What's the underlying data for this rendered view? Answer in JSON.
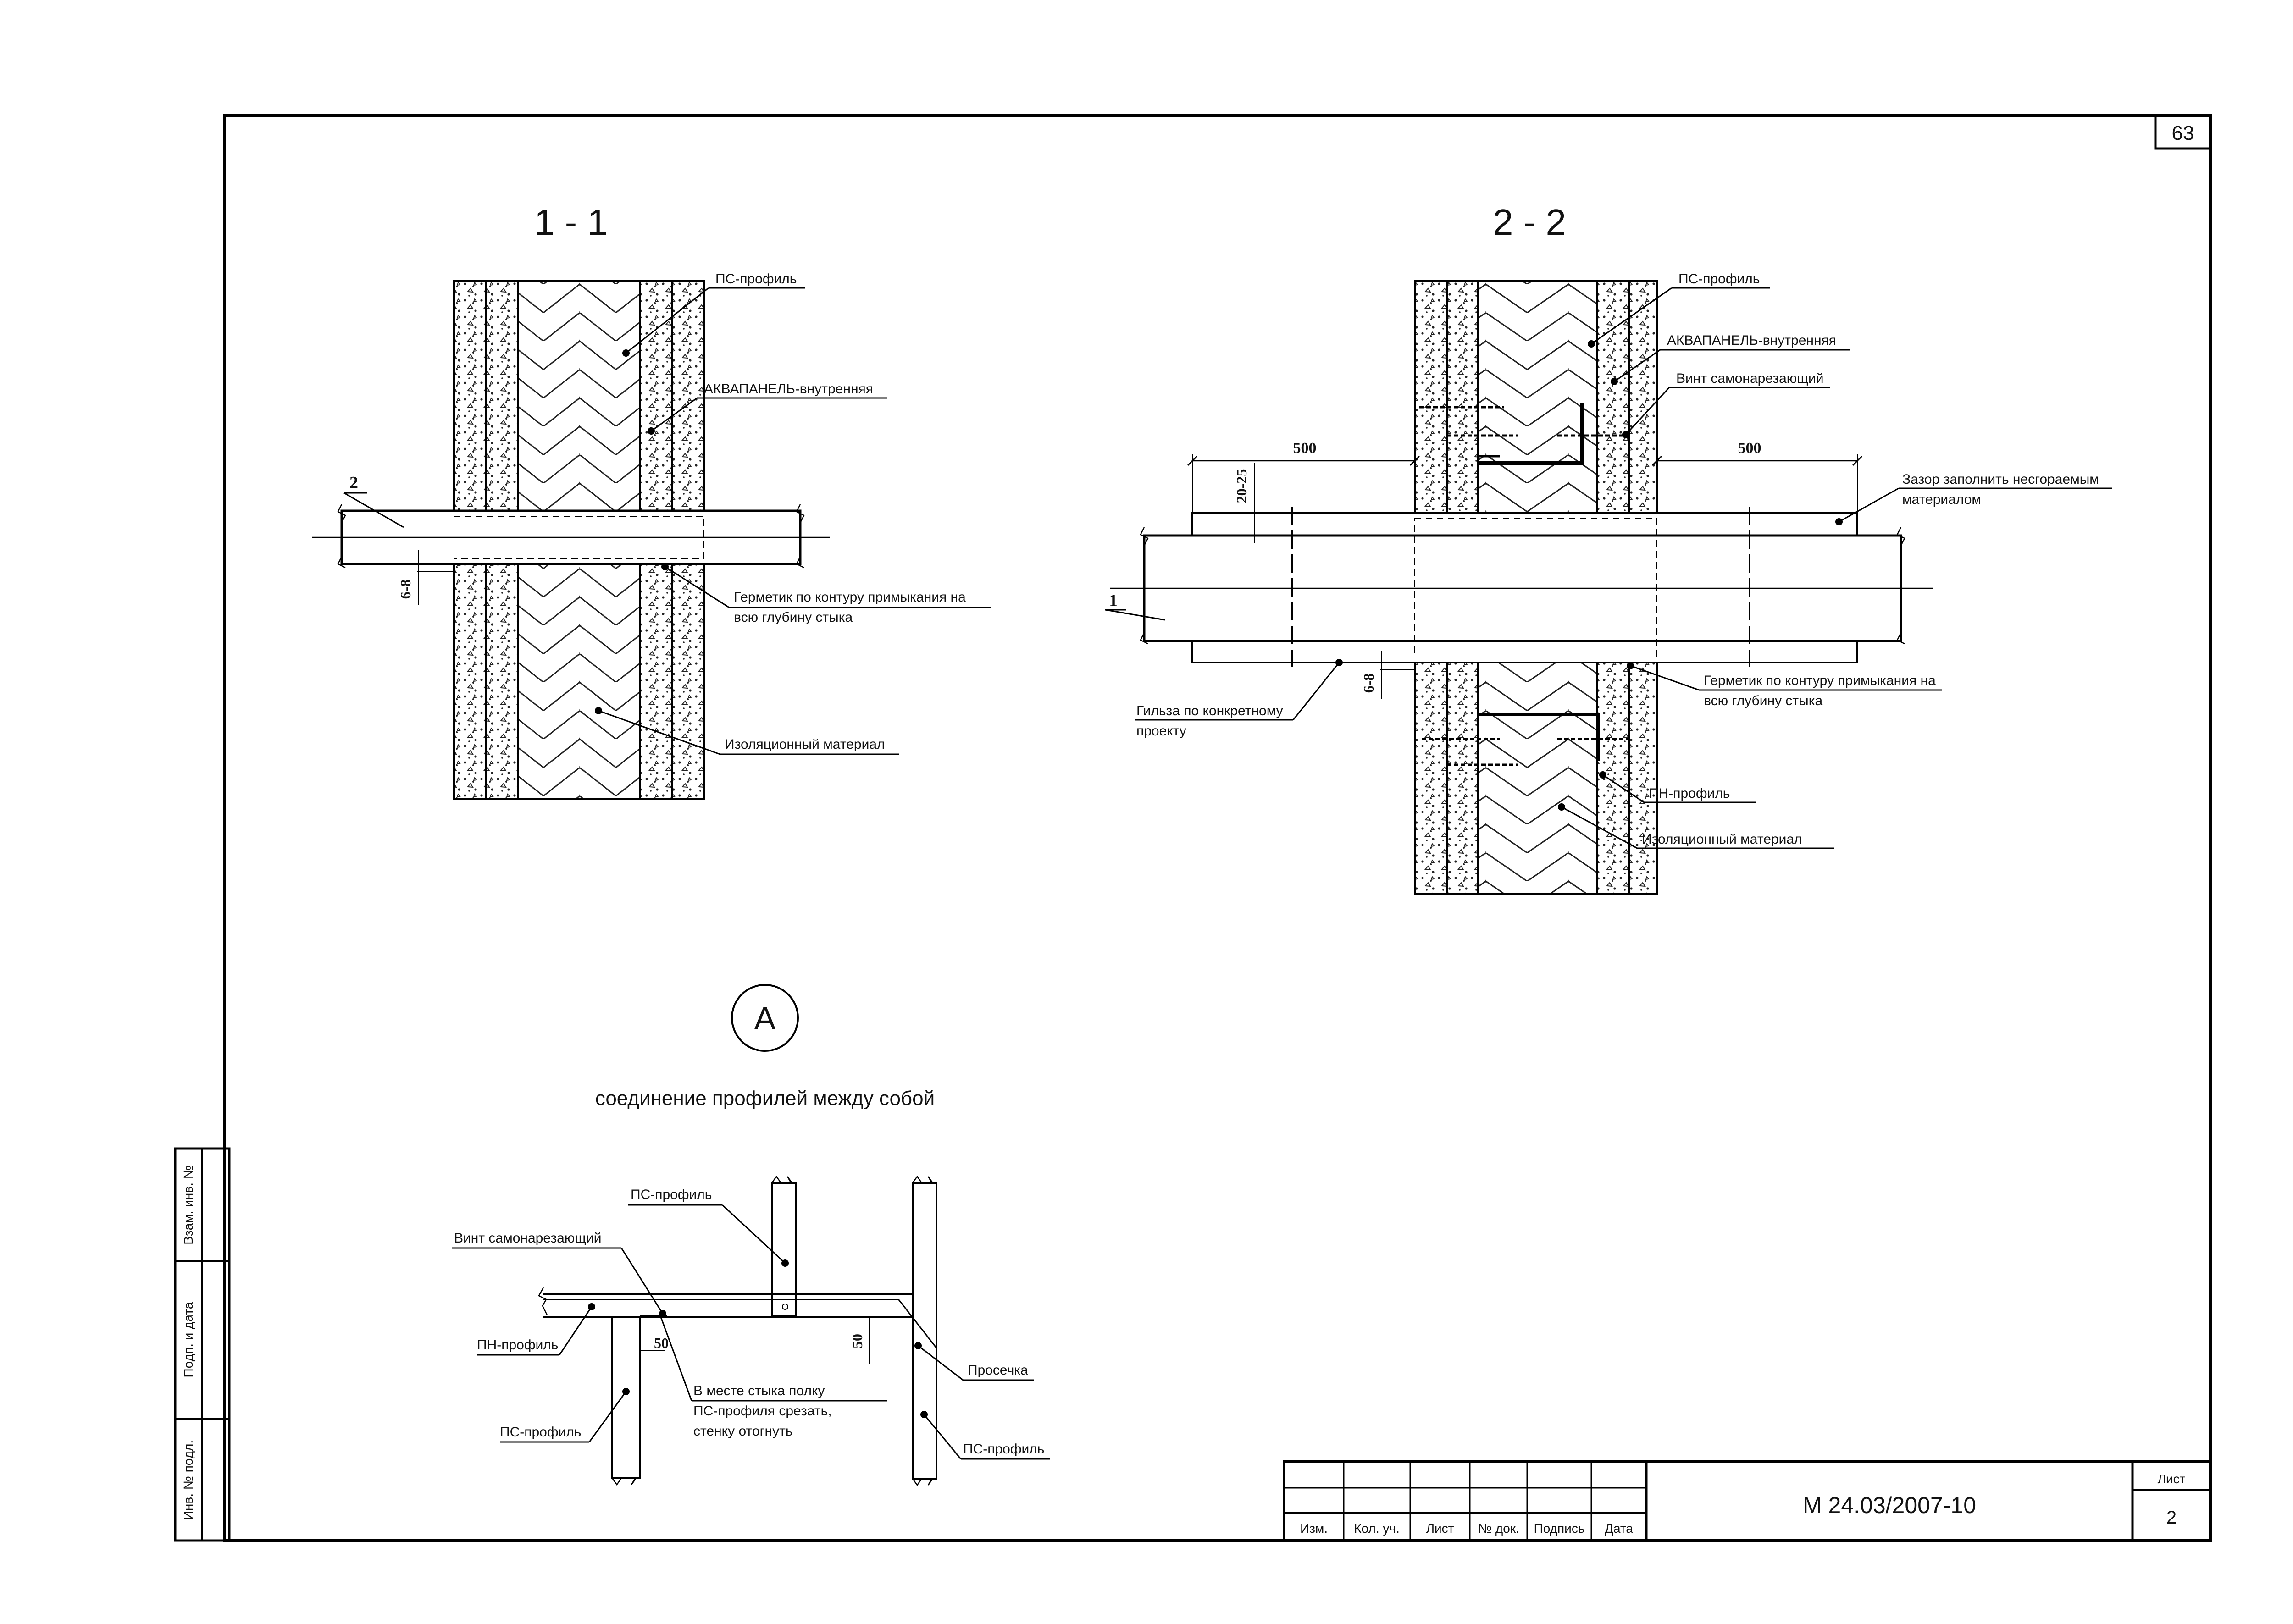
{
  "sheet_number": "63",
  "section_1": {
    "title": "1 - 1",
    "marker": "2",
    "dim_gap": "6-8",
    "label_ps": "ПС-профиль",
    "label_aquapanel": "АКВАПАНЕЛЬ-внутренняя",
    "label_sealant_1": "Герметик по контуру примыкания на",
    "label_sealant_2": "всю глубину стыка",
    "label_insulation": "Изоляционный материал"
  },
  "section_2": {
    "title": "2 - 2",
    "marker": "1",
    "dim_left": "500",
    "dim_right": "500",
    "dim_top": "20-25",
    "dim_gap": "6-8",
    "label_ps": "ПС-профиль",
    "label_aquapanel": "АКВАПАНЕЛЬ-внутренняя",
    "label_screw": "Винт самонарезающий",
    "label_gap_1": "Зазор заполнить несгораемым",
    "label_gap_2": "материалом",
    "label_sleeve_1": "Гильза по конкретному",
    "label_sleeve_2": "проекту",
    "label_sealant_1": "Герметик по контуру примыкания на",
    "label_sealant_2": "всю глубину стыка",
    "label_pn": "ПН-профиль",
    "label_insulation": "Изоляционный материал"
  },
  "detail_a": {
    "marker": "А",
    "caption": "соединение профилей между собой",
    "label_ps_top": "ПС-профиль",
    "label_screw": "Винт самонарезающий",
    "label_pn": "ПН-профиль",
    "label_ps_left": "ПС-профиль",
    "label_ps_right": "ПС-профиль",
    "label_cut": "Просечка",
    "label_note_1": "В месте стыка полку",
    "label_note_2": "ПС-профиля срезать,",
    "label_note_3": "стенку отогнуть",
    "dim_h": "50",
    "dim_v": "50"
  },
  "side_stamp": {
    "field_1": "Взам. инв. №",
    "field_2": "Подп. и дата",
    "field_3": "Инв. № подл."
  },
  "title_block": {
    "col_1": "Изм.",
    "col_2": "Кол. уч.",
    "col_3": "Лист",
    "col_4": "№ док.",
    "col_5": "Подпись",
    "col_6": "Дата",
    "code": "М 24.03/2007-10",
    "sheet_label": "Лист",
    "sheet_value": "2"
  }
}
